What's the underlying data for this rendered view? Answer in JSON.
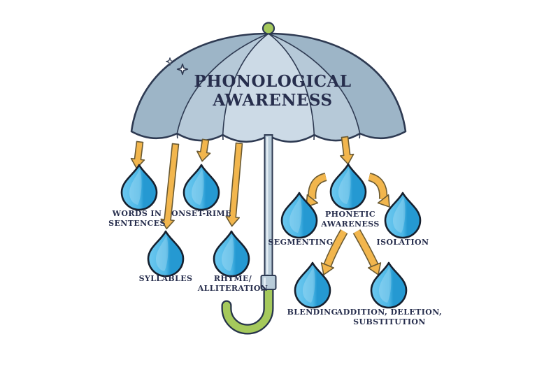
{
  "title": {
    "line1": "PHONOLOGICAL",
    "line2": "AWARENESS"
  },
  "labels": {
    "words_in_sentences": {
      "line1": "WORDS IN",
      "line2": "SENTENCES"
    },
    "onset_rime": {
      "line1": "ONSET-RIME"
    },
    "syllables": {
      "line1": "SYLLABLES"
    },
    "rhyme_alliteration": {
      "line1": "RHYME/",
      "line2": "ALLITERATION"
    },
    "phonetic_awareness": {
      "line1": "PHONETIC",
      "line2": "AWARENESS"
    },
    "segmenting": {
      "line1": "SEGMENTING"
    },
    "isolation": {
      "line1": "ISOLATION"
    },
    "blending": {
      "line1": "BLENDING"
    },
    "addition_deletion_substitution": {
      "line1": "ADDITION, DELETION,",
      "line2": "SUBSTITUTION"
    }
  },
  "icons": {
    "umbrella-canopy-icon": "scalloped dome",
    "umbrella-ball-icon": "green finial circle",
    "umbrella-pole-icon": "vertical shaft",
    "umbrella-handle-icon": "green J-hook",
    "droplet-icon": "blue teardrop",
    "down-arrow-icon": "solid yellow arrow",
    "sparkle-icon": "four-point star"
  },
  "colors": {
    "background": "#ffffff",
    "outline_navy": "#2e3a52",
    "text_navy": "#272e4d",
    "umbrella_base": "#b6c9d8",
    "umbrella_outer_panel": "#9db5c7",
    "umbrella_center_panel": "#ccdae6",
    "droplet_blue_light": "#6cc8f0",
    "droplet_blue_mid": "#4db7e6",
    "droplet_blue_dark": "#2599d2",
    "arrow_yellow": "#f2b64d",
    "arrow_outline": "#6a5a33",
    "handle_green": "#a5c95c",
    "pole_fill": "#b9ccd9"
  }
}
